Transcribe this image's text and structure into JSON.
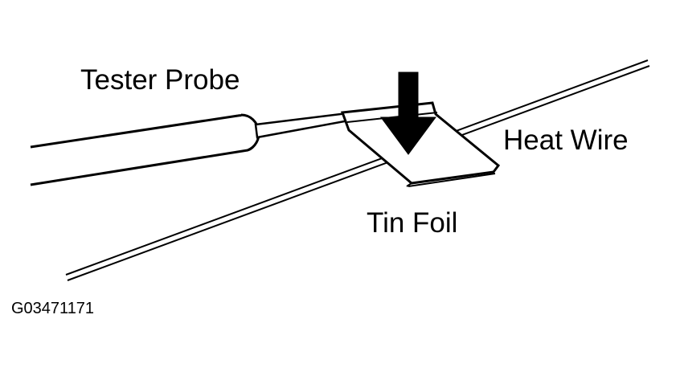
{
  "labels": {
    "tester_probe": "Tester Probe",
    "heat_wire": "Heat Wire",
    "tin_foil": "Tin Foil",
    "figure_code": "G03471171"
  },
  "colors": {
    "ink": "#000000",
    "background": "#ffffff"
  }
}
